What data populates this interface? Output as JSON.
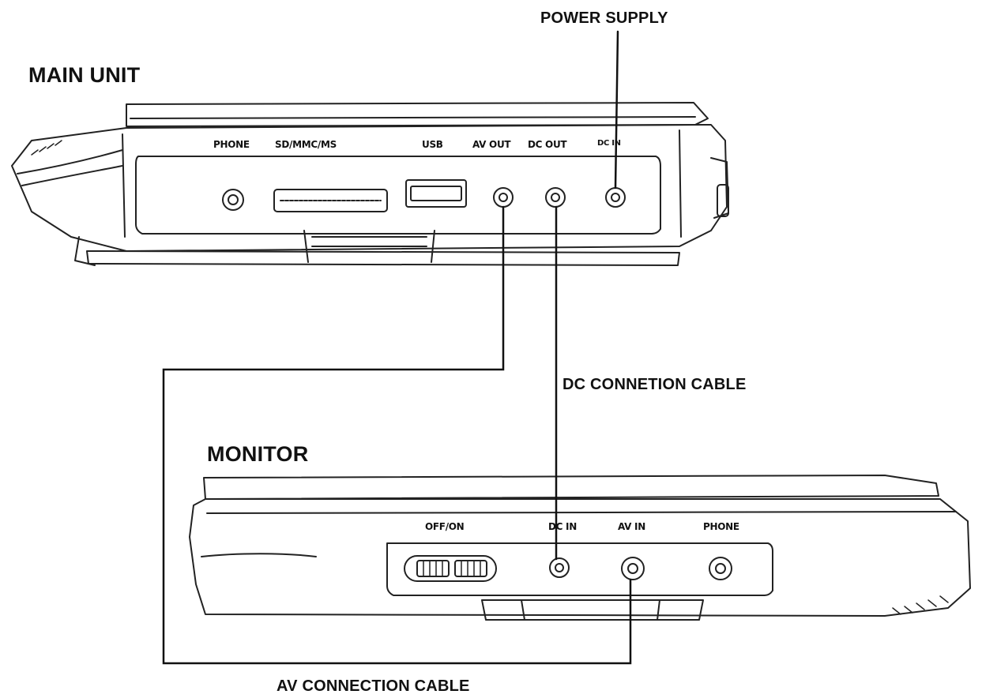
{
  "labels": {
    "main_unit": "MAIN UNIT",
    "monitor": "MONITOR",
    "power_supply": "POWER SUPPLY",
    "dc_cable": "DC CONNETION CABLE",
    "av_cable": "AV CONNECTION CABLE"
  },
  "main_unit_ports": {
    "phone": "PHONE",
    "card_slot": "SD/MMC/MS",
    "usb": "USB",
    "av_out": "AV OUT",
    "dc_out": "DC OUT",
    "dc_in": "DC IN"
  },
  "monitor_ports": {
    "switch": "OFF/ON",
    "dc_in": "DC IN",
    "av_in": "AV IN",
    "phone": "PHONE"
  }
}
